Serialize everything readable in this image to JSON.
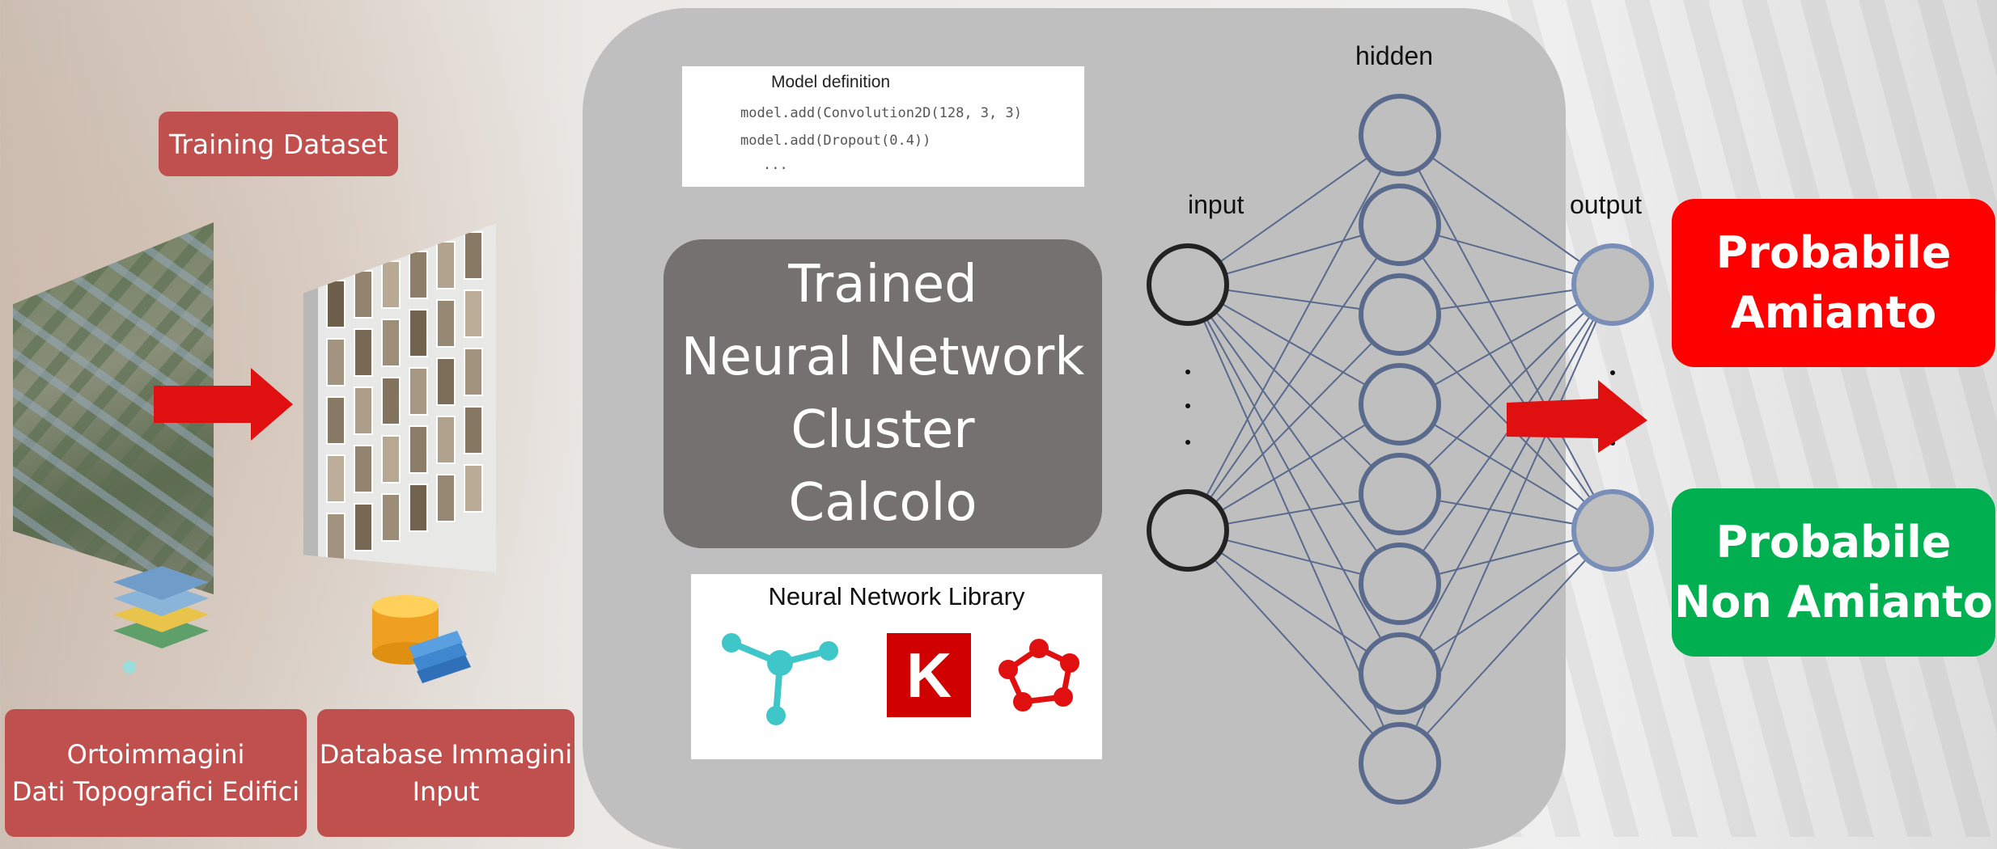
{
  "left": {
    "training_label": "Training Dataset",
    "ortho_line1": "Ortoimmagini",
    "ortho_line2": "Dati Topografici Edifici",
    "db_line1": "Database Immagini",
    "db_line2": "Input"
  },
  "code": {
    "title": "Model definition",
    "line1": "model.add(Convolution2D(128, 3, 3)",
    "line2": "model.add(Dropout(0.4))",
    "line3": "..."
  },
  "center": {
    "line1": "Trained",
    "line2": "Neural Network",
    "line3": "Cluster",
    "line4": "Calcolo"
  },
  "library": {
    "title": "Neural Network Library",
    "k_letter": "K"
  },
  "network": {
    "input_label": "input",
    "hidden_label": "hidden",
    "output_label": "output",
    "input_nodes": 2,
    "hidden_nodes": 8,
    "output_nodes": 2,
    "node_color": "#5a6a8c",
    "input_node_color": "#222222"
  },
  "outputs": {
    "red_line1": "Probabile",
    "red_line2": "Amianto",
    "red_color": "#ff0000",
    "green_line1": "Probabile",
    "green_line2": "Non Amianto",
    "green_color": "#00b050"
  },
  "arrow_color": "#e01010",
  "label_color": "#c0504d"
}
